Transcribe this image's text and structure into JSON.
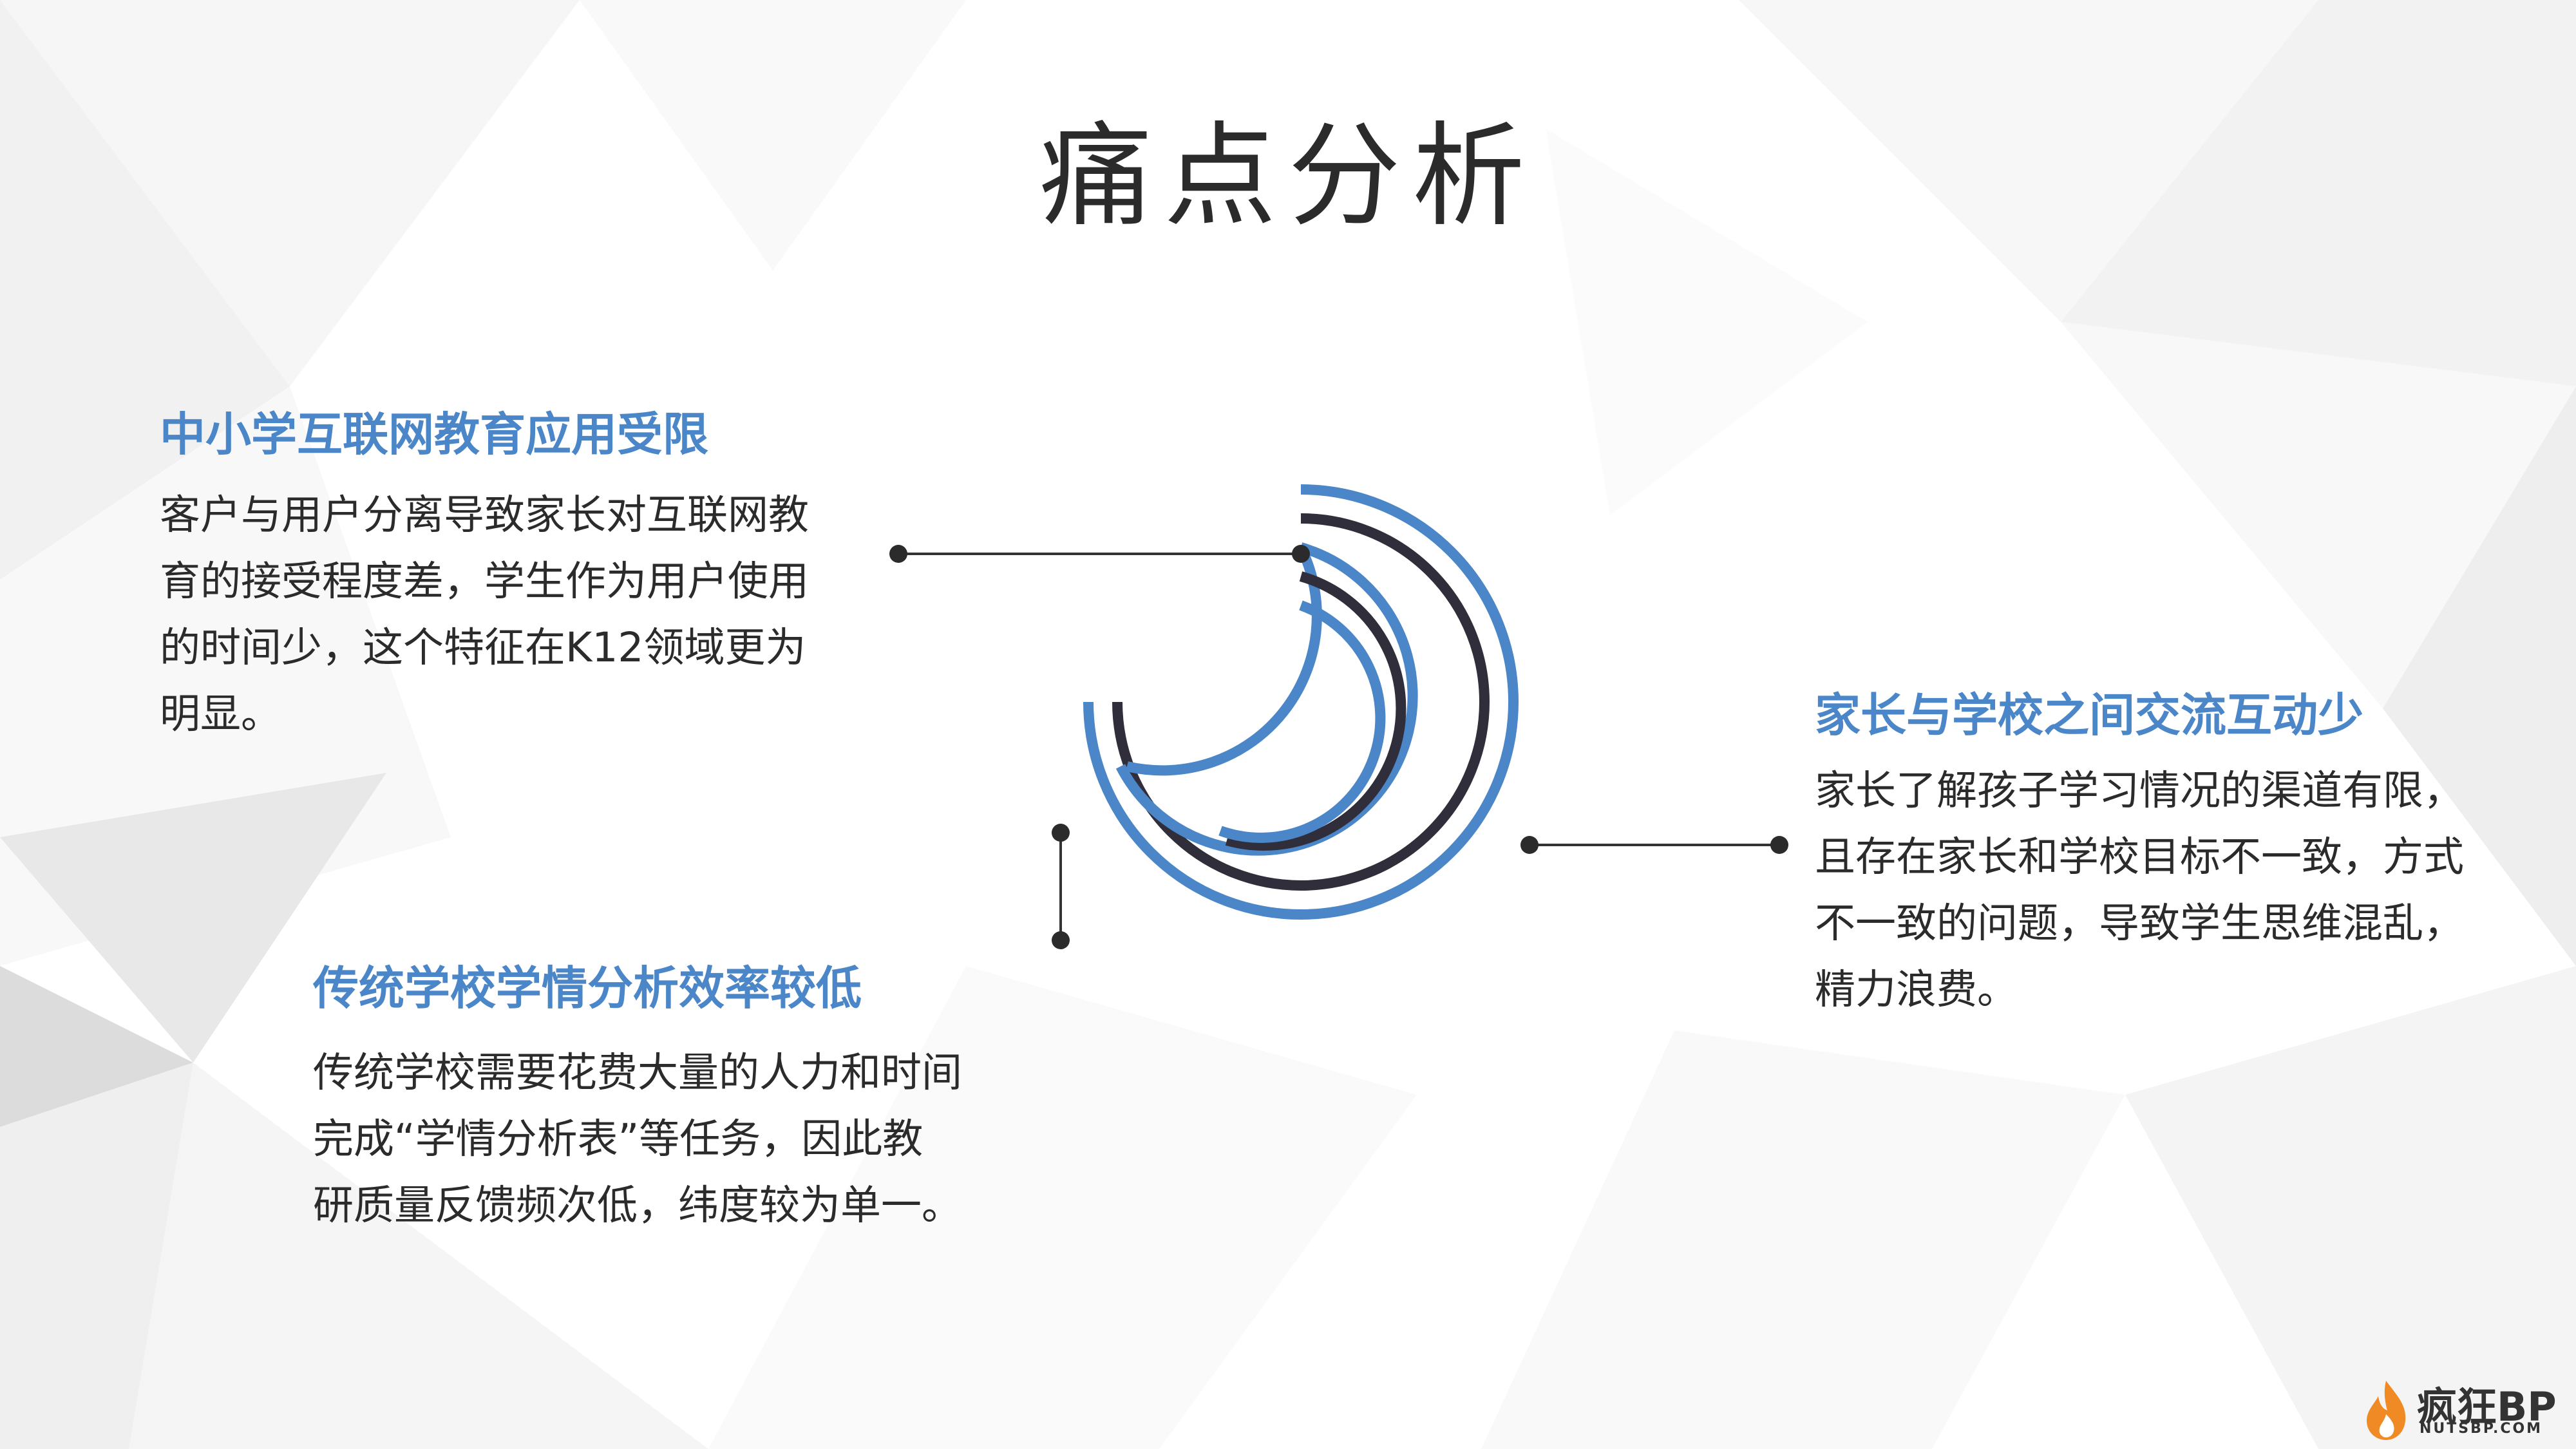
{
  "title": "痛点分析",
  "colors": {
    "accent": "#4a86c8",
    "dark": "#2f2e3a",
    "text": "#2b2b2b"
  },
  "points": [
    {
      "heading": "中小学互联网教育应用受限",
      "lines": [
        "客户与用户分离导致家长对互联网教",
        "育的接受程度差，学生作为用户使用",
        "的时间少，这个特征在K12领域更为",
        "明显。"
      ]
    },
    {
      "heading": "家长与学校之间交流互动少",
      "lines": [
        "家长了解孩子学习情况的渠道有限，",
        "且存在家长和学校目标不一致，方式",
        "不一致的问题，导致学生思维混乱，",
        "精力浪费。"
      ]
    },
    {
      "heading": "传统学校学情分析效率较低",
      "lines": [
        "传统学校需要花费大量的人力和时间",
        "完成“学情分析表”等任务，因此教",
        "研质量反馈频次低，纬度较为单一。"
      ]
    }
  ],
  "logo": {
    "name": "疯狂BP",
    "sub": "NUTSBP.COM",
    "icon": "flame-icon"
  }
}
